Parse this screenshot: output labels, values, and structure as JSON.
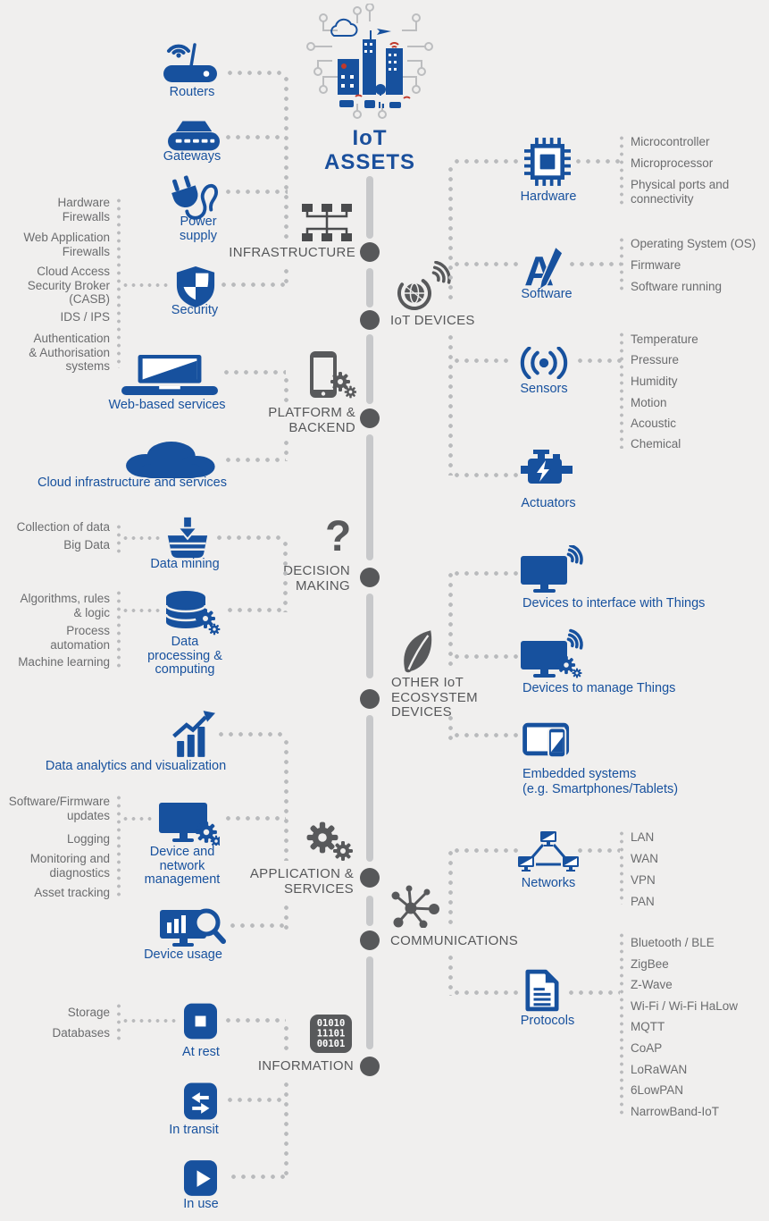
{
  "title": "IoT\nASSETS",
  "colors": {
    "blue": "#17519e",
    "dark_gray": "#58595b",
    "capsule_gray": "#c7c8ca",
    "dot_gray": "#b9babc",
    "text_gray": "#6b6c6e",
    "background": "#f0efee",
    "accent_red": "#c0392b"
  },
  "spine": {
    "infrastructure": {
      "label": "INFRASTRUCTURE",
      "icon": "network-switch-icon"
    },
    "iot_devices": {
      "label": "IoT DEVICES",
      "icon": "globe-signal-icon"
    },
    "platform_backend": {
      "label": "PLATFORM &\nBACKEND",
      "icon": "phone-gears-icon"
    },
    "decision_making": {
      "label": "DECISION\nMAKING",
      "icon": "question-mark-icon",
      "glyph": "?"
    },
    "other_devices": {
      "label": "OTHER IoT\nECOSYSTEM\nDEVICES",
      "icon": "leaf-icon"
    },
    "application_services": {
      "label": "APPLICATION &\nSERVICES",
      "icon": "gears-icon"
    },
    "communications": {
      "label": "COMMUNICATIONS",
      "icon": "molecule-icon"
    },
    "information": {
      "label": "INFORMATION",
      "icon": "binary-icon",
      "binary_lines": [
        "01010",
        "11101",
        "00101"
      ]
    }
  },
  "left": {
    "routers": {
      "label": "Routers",
      "icon": "router-icon"
    },
    "gateways": {
      "label": "Gateways",
      "icon": "gateway-icon"
    },
    "power_supply": {
      "label": "Power\nsupply",
      "icon": "power-plug-icon"
    },
    "security": {
      "label": "Security",
      "icon": "shield-icon",
      "sub": [
        "Hardware\nFirewalls",
        "Web Application\nFirewalls",
        "Cloud Access\nSecurity Broker\n(CASB)",
        "IDS / IPS",
        "Authentication\n& Authorisation\nsystems"
      ]
    },
    "web_services": {
      "label": "Web-based services",
      "icon": "laptop-icon"
    },
    "cloud": {
      "label": "Cloud infrastructure and services",
      "icon": "cloud-icon"
    },
    "data_mining": {
      "label": "Data mining",
      "icon": "basket-arrow-icon",
      "sub": [
        "Collection of data",
        "Big Data"
      ]
    },
    "data_processing": {
      "label": "Data\nprocessing &\ncomputing",
      "icon": "database-gears-icon",
      "sub": [
        "Algorithms, rules\n& logic",
        "Process\nautomation",
        "Machine learning"
      ]
    },
    "data_analytics": {
      "label": "Data analytics and visualization",
      "icon": "chart-growth-icon"
    },
    "device_mgmt": {
      "label": "Device and\nnetwork\nmanagement",
      "icon": "monitor-gears-icon",
      "sub": [
        "Software/Firmware\nupdates",
        "Logging",
        "Monitoring and\ndiagnostics",
        "Asset tracking"
      ]
    },
    "device_usage": {
      "label": "Device usage",
      "icon": "monitor-magnifier-icon"
    },
    "at_rest": {
      "label": "At rest",
      "icon": "stop-square-icon",
      "sub": [
        "Storage",
        "Databases"
      ]
    },
    "in_transit": {
      "label": "In transit",
      "icon": "transfer-arrows-icon"
    },
    "in_use": {
      "label": "In use",
      "icon": "play-icon"
    }
  },
  "right": {
    "hardware": {
      "label": "Hardware",
      "icon": "chip-icon",
      "sub": [
        "Microcontroller",
        "Microprocessor",
        "Physical ports and\nconnectivity"
      ]
    },
    "software": {
      "label": "Software",
      "icon": "letter-a-pencil-icon",
      "icon_letter": "A",
      "sub": [
        "Operating System (OS)",
        "Firmware",
        "Software running"
      ]
    },
    "sensors": {
      "label": "Sensors",
      "icon": "signal-waves-icon",
      "sub": [
        "Temperature",
        "Pressure",
        "Humidity",
        "Motion",
        "Acoustic",
        "Chemical"
      ]
    },
    "actuators": {
      "label": "Actuators",
      "icon": "engine-icon"
    },
    "interface_things": {
      "label": "Devices to interface with Things",
      "icon": "monitor-wifi-icon"
    },
    "manage_things": {
      "label": "Devices to manage Things",
      "icon": "monitor-wifi-gears-icon"
    },
    "embedded": {
      "label": "Embedded systems\n(e.g. Smartphones/Tablets)",
      "icon": "tablet-phone-icon"
    },
    "networks": {
      "label": "Networks",
      "icon": "network-triangle-icon",
      "sub": [
        "LAN",
        "WAN",
        "VPN",
        "PAN"
      ]
    },
    "protocols": {
      "label": "Protocols",
      "icon": "document-icon",
      "sub": [
        "Bluetooth / BLE",
        "ZigBee",
        "Z-Wave",
        "Wi-Fi / Wi-Fi HaLow",
        "MQTT",
        "CoAP",
        "LoRaWAN",
        "6LowPAN",
        "NarrowBand-IoT"
      ]
    }
  }
}
